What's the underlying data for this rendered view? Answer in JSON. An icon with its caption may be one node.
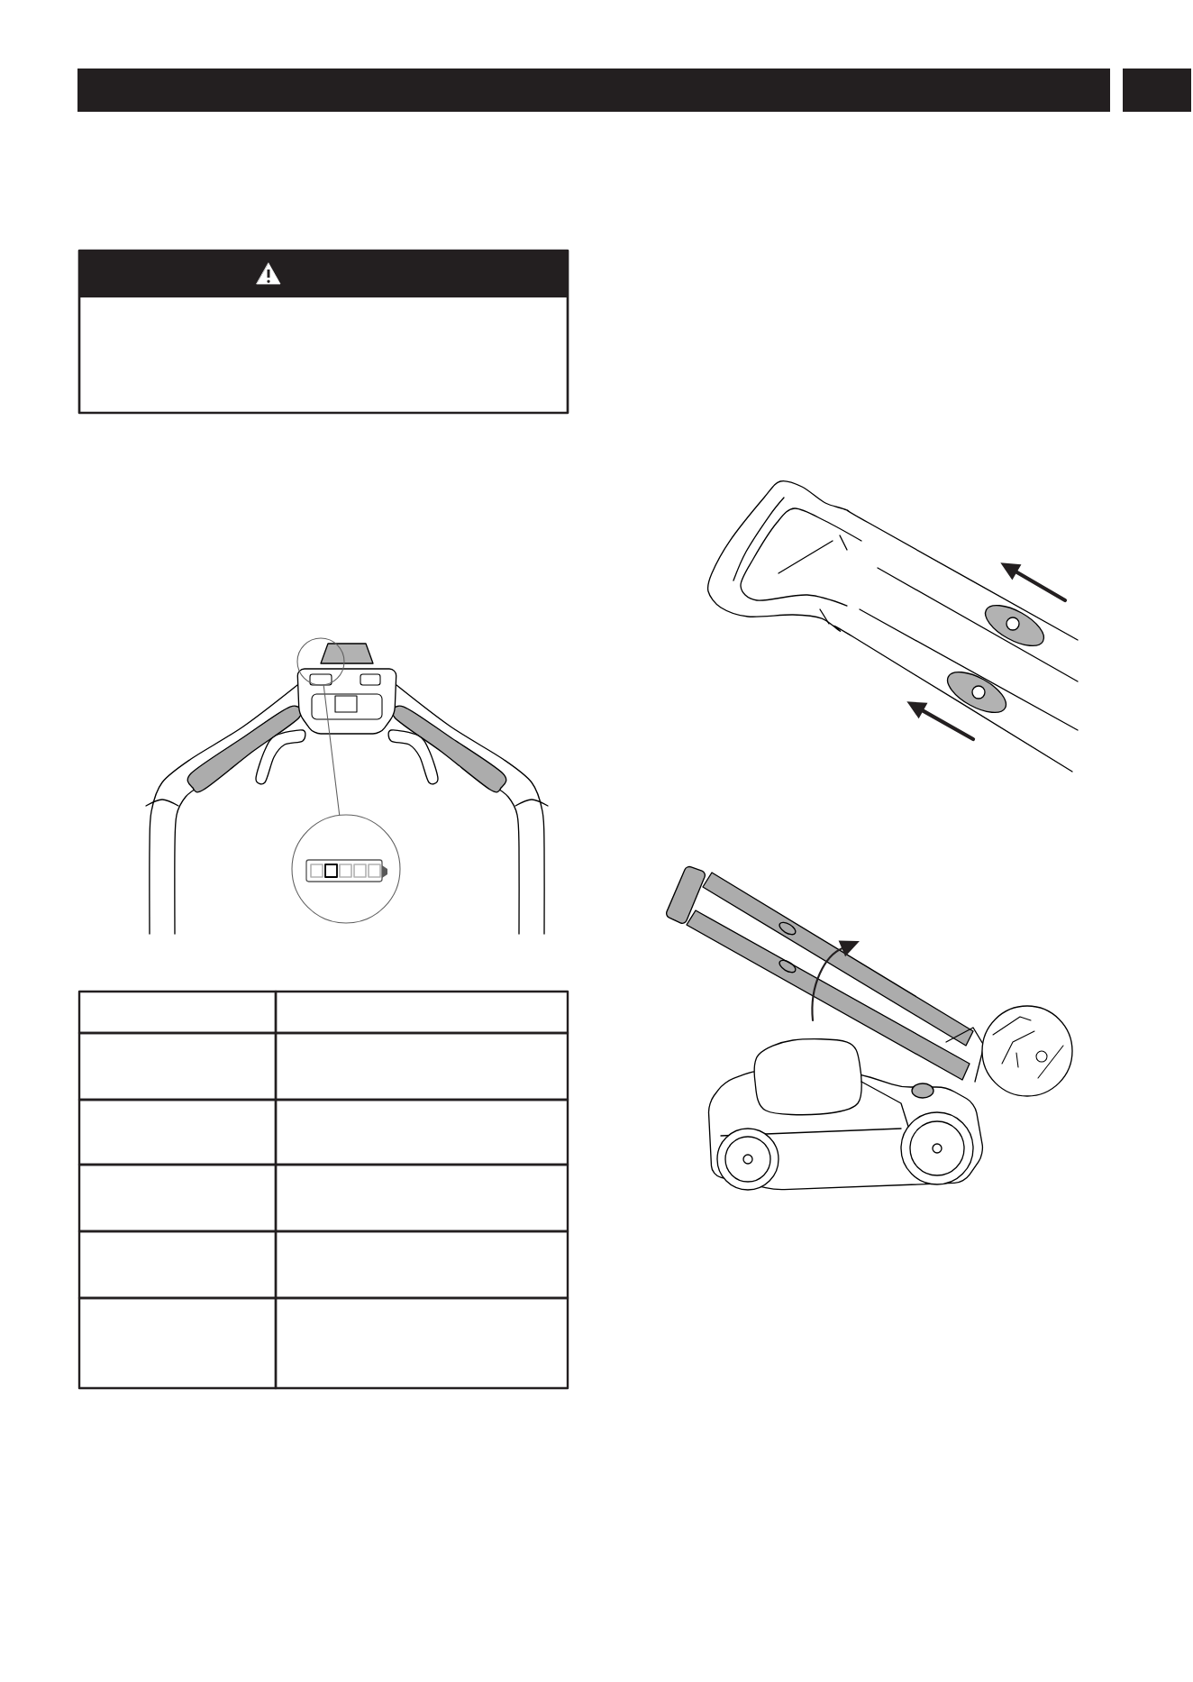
{
  "diagram": {
    "nodes": [
      {
        "text": [],
        "shape": "circle"
      },
      {
        "text": [],
        "shape": "circle"
      }
    ],
    "edges": [
      {
        "from": 0,
        "to": 1,
        "arrow": "none"
      }
    ]
  }
}
